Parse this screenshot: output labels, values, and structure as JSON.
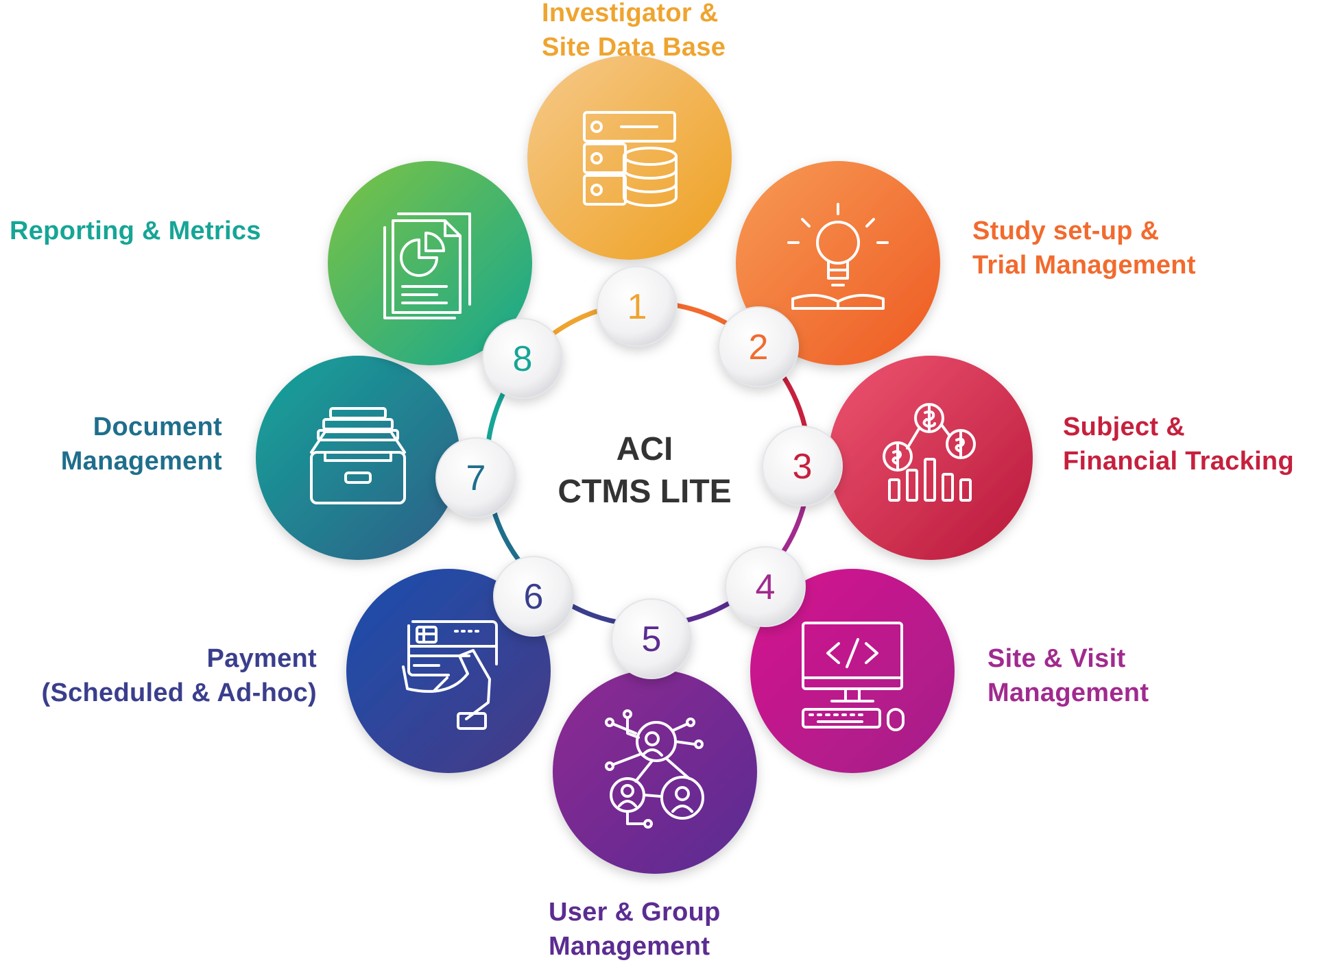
{
  "center": {
    "line1": "ACI",
    "line2": "CTMS LITE"
  },
  "items": [
    {
      "number": "1",
      "label_line1": "Investigator &",
      "label_line2": "Site Data Base",
      "color": "#EFA42F",
      "grad_start": "#F5C98A",
      "grad_end": "#EFA020",
      "icon": "database-server-icon"
    },
    {
      "number": "2",
      "label_line1": "Study set-up &",
      "label_line2": "Trial Management",
      "color": "#F26A2E",
      "grad_start": "#F79A55",
      "grad_end": "#EE5A22",
      "icon": "lightbulb-book-icon"
    },
    {
      "number": "3",
      "label_line1": "Subject &",
      "label_line2": "Financial Tracking",
      "color": "#C6203D",
      "grad_start": "#EE5470",
      "grad_end": "#B8183A",
      "icon": "money-chart-icon"
    },
    {
      "number": "4",
      "label_line1": "Site & Visit",
      "label_line2": "Management",
      "color": "#A12A8E",
      "grad_start": "#D6178F",
      "grad_end": "#A31C89",
      "icon": "computer-code-icon"
    },
    {
      "number": "5",
      "label_line1": "User & Group",
      "label_line2": "Management",
      "color": "#5B2C91",
      "grad_start": "#8E2A92",
      "grad_end": "#5A2D92",
      "icon": "user-network-icon"
    },
    {
      "number": "6",
      "label_line1": "Payment",
      "label_line2": "(Scheduled & Ad-hoc)",
      "color": "#3A3E8C",
      "grad_start": "#1A4FAE",
      "grad_end": "#473A85",
      "icon": "credit-card-hand-icon"
    },
    {
      "number": "7",
      "label_line1": "Document",
      "label_line2": "Management",
      "color": "#1F6E8C",
      "grad_start": "#15A59A",
      "grad_end": "#2E5E88",
      "icon": "file-drawer-icon"
    },
    {
      "number": "8",
      "label_line1": "Reporting & Metrics",
      "label_line2": "",
      "color": "#16A596",
      "grad_start": "#7DC443",
      "grad_end": "#14A690",
      "icon": "report-document-icon"
    }
  ]
}
